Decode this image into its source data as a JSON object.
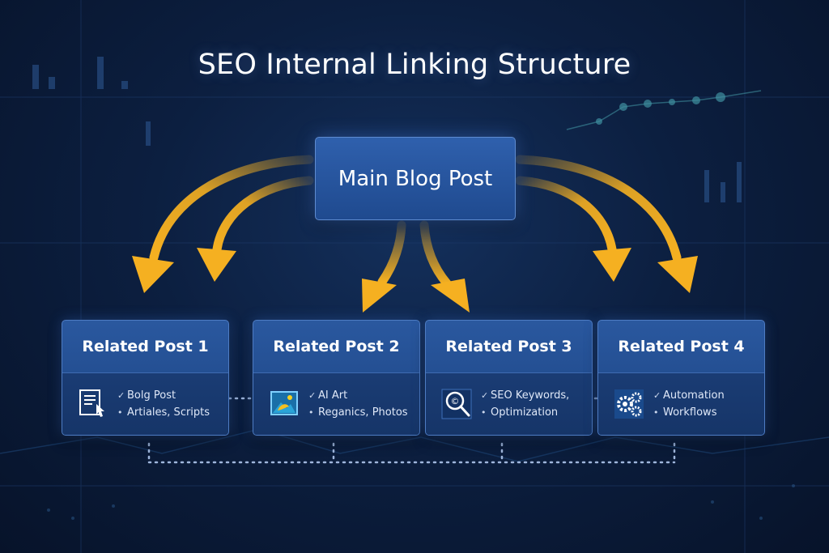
{
  "title": "SEO Internal Linking Structure",
  "main_node": {
    "label": "Main Blog Post"
  },
  "related_posts": [
    {
      "title": "Related Post 1",
      "icon": "document-click-icon",
      "line1": "Bolg Post",
      "line2": "Artiales, Scripts"
    },
    {
      "title": "Related Post 2",
      "icon": "image-art-icon",
      "line1": "AI Art",
      "line2": "Reganics, Photos"
    },
    {
      "title": "Related Post 3",
      "icon": "magnifier-keyword-icon",
      "line1": "SEO Keywords,",
      "line2": "Optimization"
    },
    {
      "title": "Related Post 4",
      "icon": "gears-icon",
      "line1": "Automation",
      "line2": "Workflows"
    }
  ],
  "colors": {
    "background": "#0c1f40",
    "box": "#2a589f",
    "arrow": "#f5b021",
    "connector": "#9fb6dc"
  }
}
